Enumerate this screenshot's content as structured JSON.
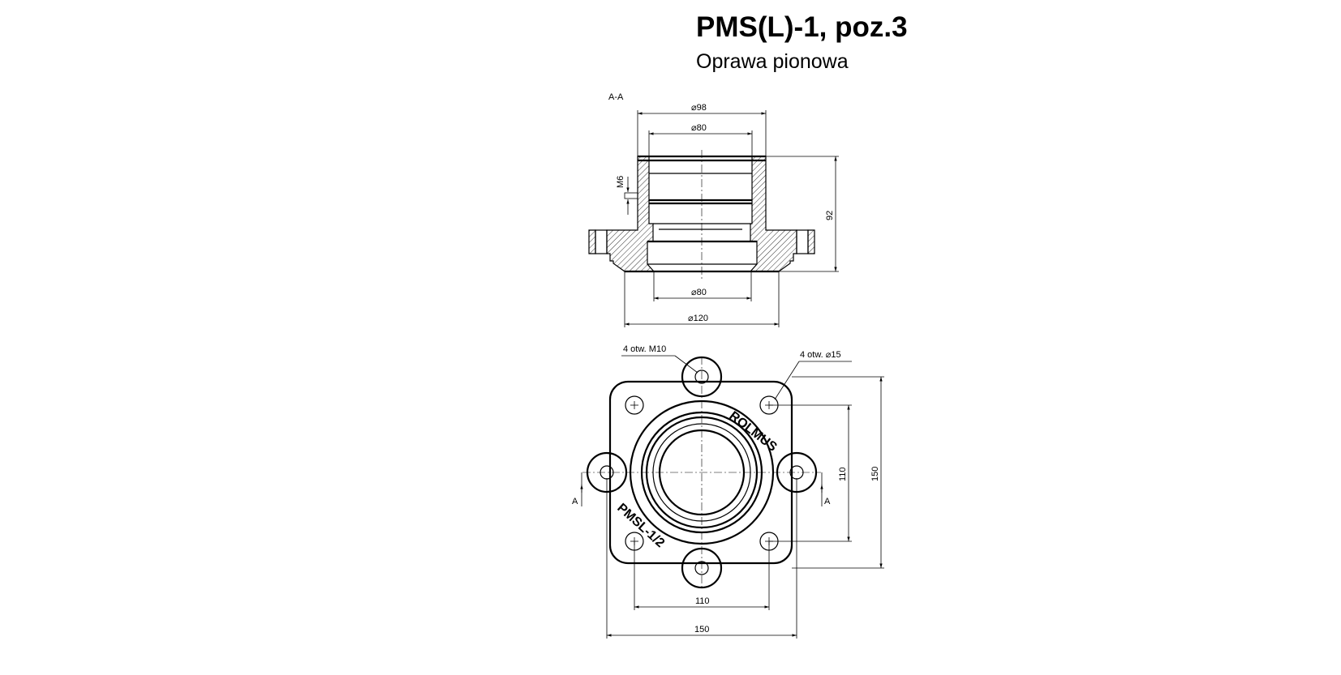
{
  "title": "PMS(L)-1, poz.3",
  "subtitle": "Oprawa pionowa",
  "section_label": "A-A",
  "section_marker_left": "A",
  "section_marker_right": "A",
  "dimensions": {
    "d98": "⌀98",
    "d80_top": "⌀80",
    "m6": "M6",
    "h92": "92",
    "d80_bottom": "⌀80",
    "d120": "⌀120",
    "holes_m10": "4 otw. M10",
    "holes_d15": "4 otw.  ⌀15",
    "v110": "110",
    "v150": "150",
    "h110": "110",
    "h150": "150"
  },
  "engraving": {
    "brand": "ROLMUS",
    "model": "PMSL-1/2"
  }
}
